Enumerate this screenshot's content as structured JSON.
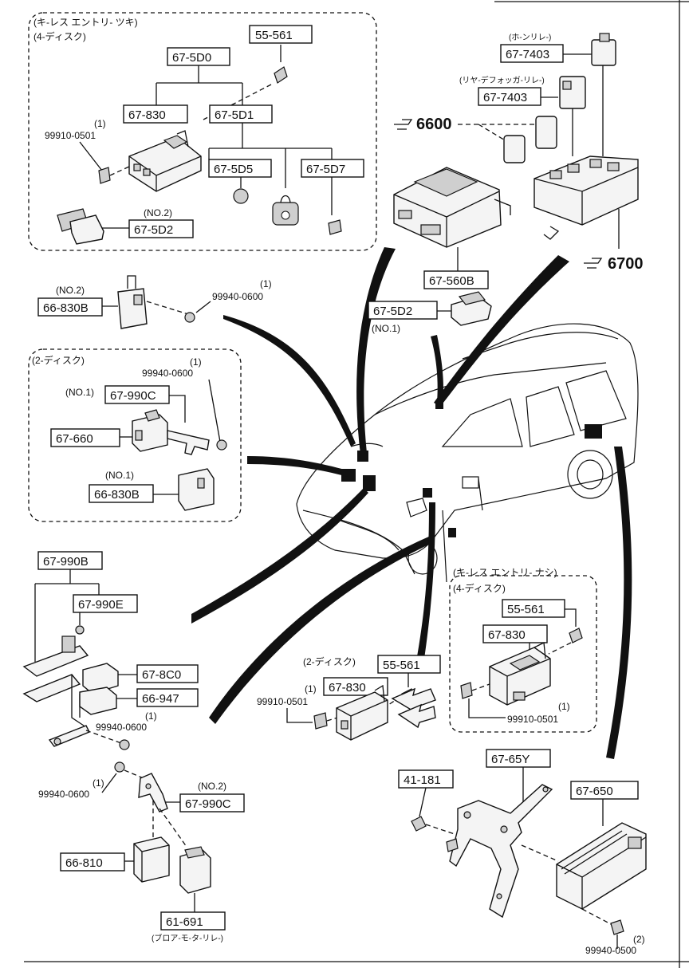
{
  "groups": {
    "keyless_top": {
      "line1": "(キ-レス エントリ- ツキ)",
      "line2": "(4-ディスク)"
    },
    "two_door": {
      "line1": "(2-ディスク)"
    },
    "keyless_none": {
      "line1": "(キ-レス エントリ- ナシ)",
      "line2": "(4-ディスク)"
    },
    "two_door_bottom": {
      "line1": "(2-ディスク)"
    }
  },
  "parts": {
    "p_55561_a": "55-561",
    "p_675D0": "67-5D0",
    "p_67830_a": "67-830",
    "p_675D1": "67-5D1",
    "p_675D5": "67-5D5",
    "p_675D7": "67-5D7",
    "p_675D2_a": "67-5D2",
    "p_677403_a": "67-7403",
    "p_677403_b": "67-7403",
    "p_67560B": "67-560B",
    "p_675D2_b": "67-5D2",
    "p_66830B_a": "66-830B",
    "p_67990C_a": "67-990C",
    "p_67660": "67-660",
    "p_66830B_b": "66-830B",
    "p_67990B": "67-990B",
    "p_67990E": "67-990E",
    "p_678C0": "67-8C0",
    "p_66947": "66-947",
    "p_67990C_b": "67-990C",
    "p_66810": "66-810",
    "p_61691": "61-691",
    "p_55561_b": "55-561",
    "p_67830_b": "67-830",
    "p_55561_c": "55-561",
    "p_67830_c": "67-830",
    "p_41181": "41-181",
    "p_6765Y": "67-65Y",
    "p_67650": "67-650"
  },
  "qualifiers": {
    "no2_a": "(NO.2)",
    "no2_b": "(NO.2)",
    "no2_c": "(NO.2)",
    "no1_a": "(NO.1)",
    "no1_b": "(NO.1)",
    "no1_c": "(NO.1)",
    "horn_relay": "(ホ-ンリレ-)",
    "rear_defogger_relay": "(リヤ-デフォッガ-リレ-)",
    "blower_motor_relay": "(ブロア-モ-タ-リレ-)"
  },
  "fasteners": {
    "f1_qty": "(1)",
    "f1_no": "99910-0501",
    "f2_qty": "(1)",
    "f2_no": "99940-0600",
    "f3_qty": "(1)",
    "f3_no": "99940-0600",
    "f4_qty": "(1)",
    "f4_no": "99940-0600",
    "f5_qty": "(1)",
    "f5_no": "99940-0600",
    "f6_qty": "(1)",
    "f6_no": "99910-0501",
    "f7_qty": "(1)",
    "f7_no": "99910-0501",
    "f8_qty": "(2)",
    "f8_no": "99940-0500"
  },
  "references": {
    "ref_6600": "6600",
    "ref_6700": "6700"
  },
  "icons": [
    "hand-pointer-icon",
    "relay-icon",
    "control-unit-icon",
    "bolt-icon",
    "nut-icon",
    "car-outline-icon"
  ]
}
